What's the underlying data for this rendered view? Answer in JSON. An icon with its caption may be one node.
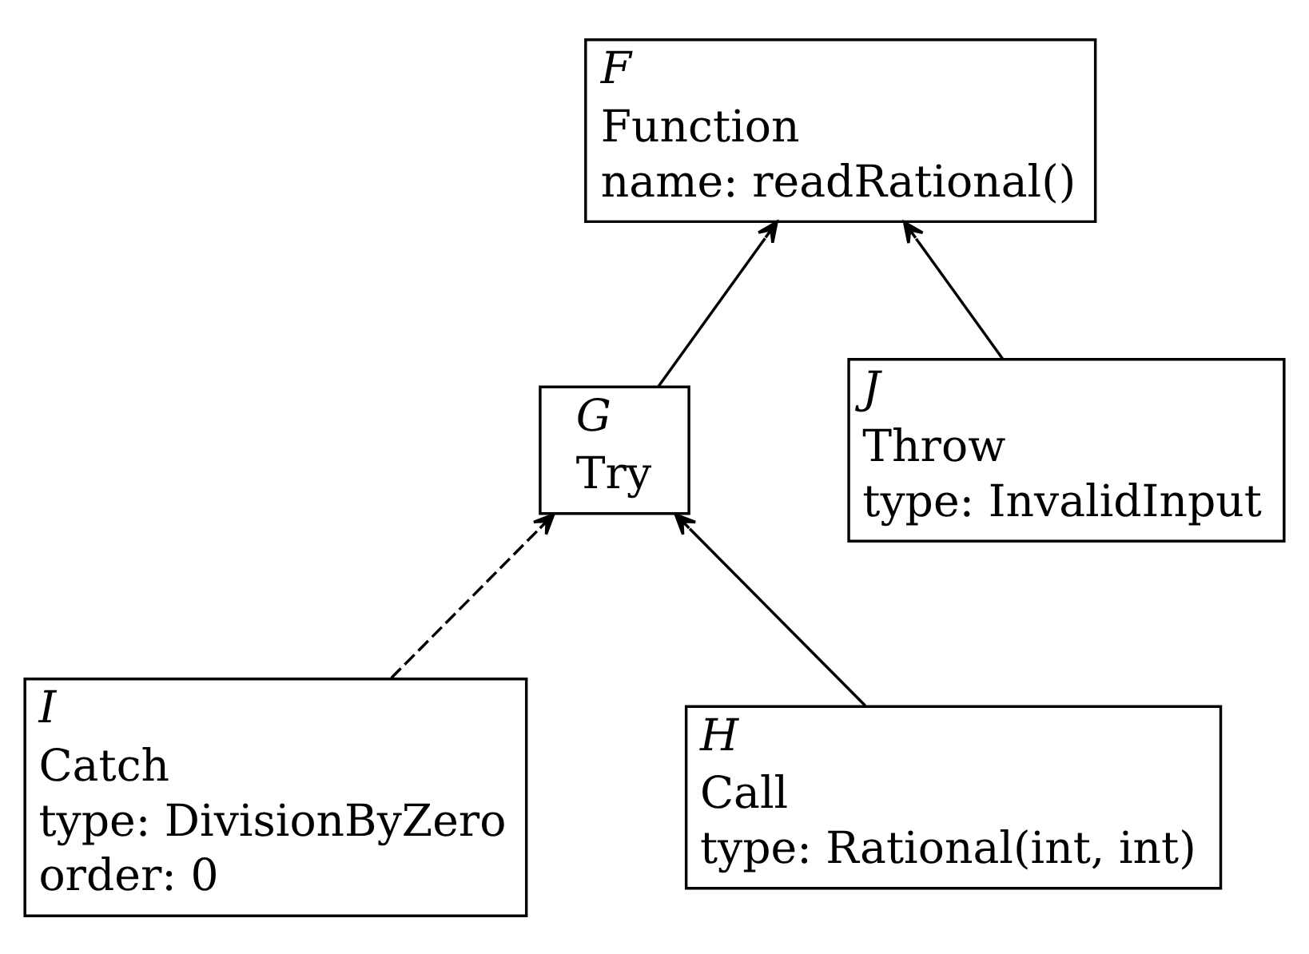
{
  "diagram": {
    "nodes": [
      {
        "text": [
          "F",
          "Function",
          "name: readRational()"
        ]
      },
      {
        "text": [
          "G",
          "Try"
        ]
      },
      {
        "text": [
          "J",
          "Throw",
          "type: InvalidInput"
        ]
      },
      {
        "text": [
          "I",
          "Catch",
          "type: DivisionByZero",
          "order: 0"
        ]
      },
      {
        "text": [
          "H",
          "Call",
          "type: Rational(int, int)"
        ]
      }
    ],
    "edges": [
      {
        "from": 1,
        "to": 0,
        "arrow": "to"
      },
      {
        "from": 2,
        "to": 0,
        "arrow": "to"
      },
      {
        "from": 3,
        "to": 1,
        "arrow": "to",
        "style": "dashed"
      },
      {
        "from": 4,
        "to": 1,
        "arrow": "to"
      }
    ]
  }
}
